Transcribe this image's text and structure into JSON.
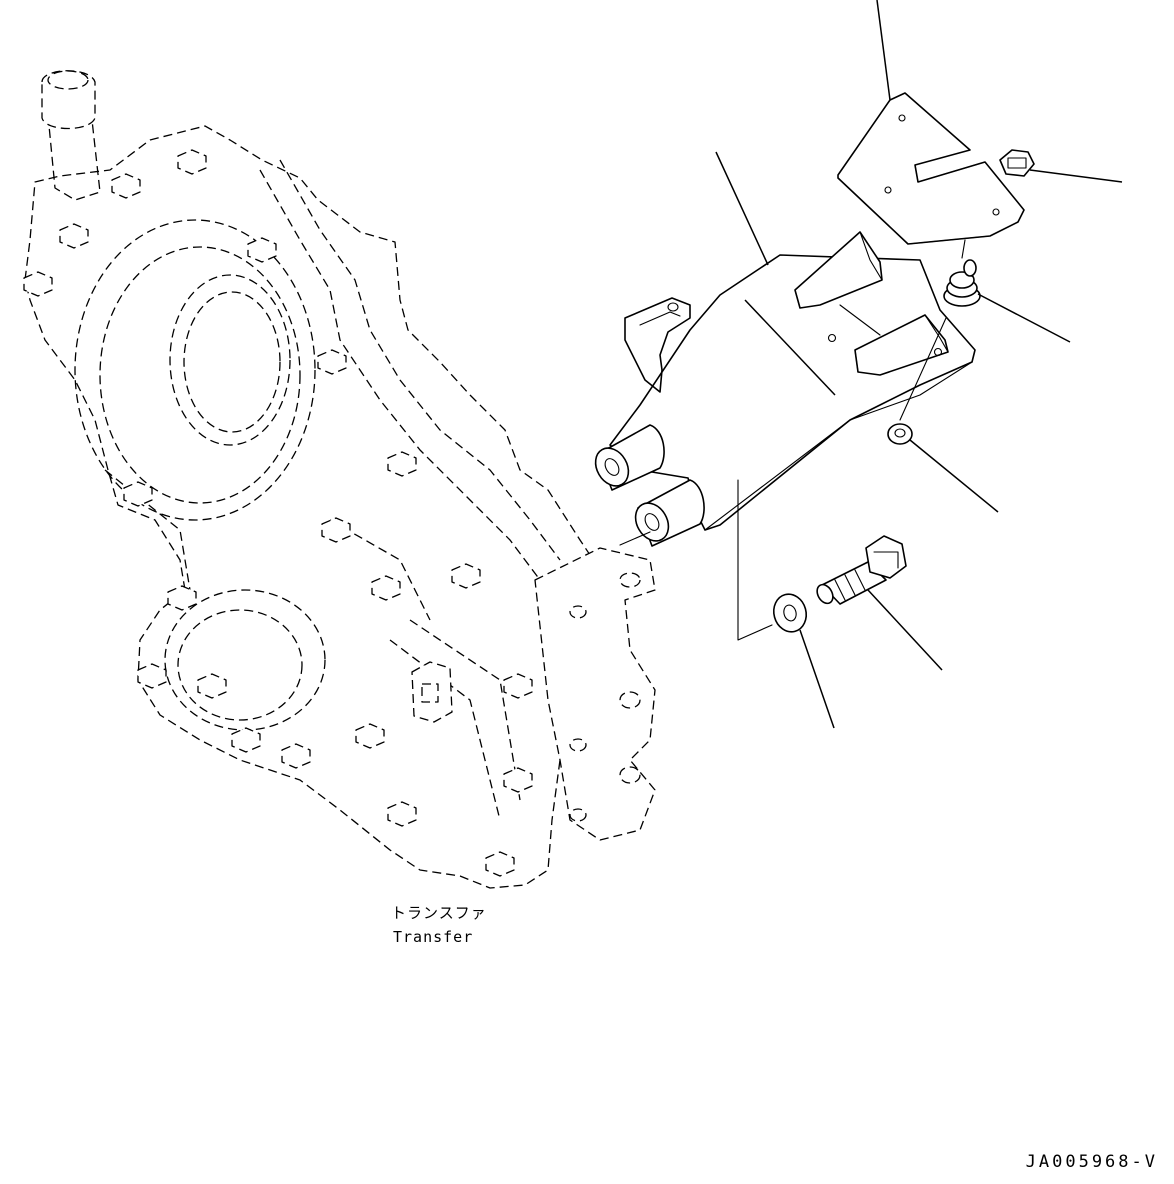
{
  "transfer_label": {
    "japanese": "トランスファ",
    "english": "Transfer"
  },
  "drawing_number": "JA005968-V"
}
